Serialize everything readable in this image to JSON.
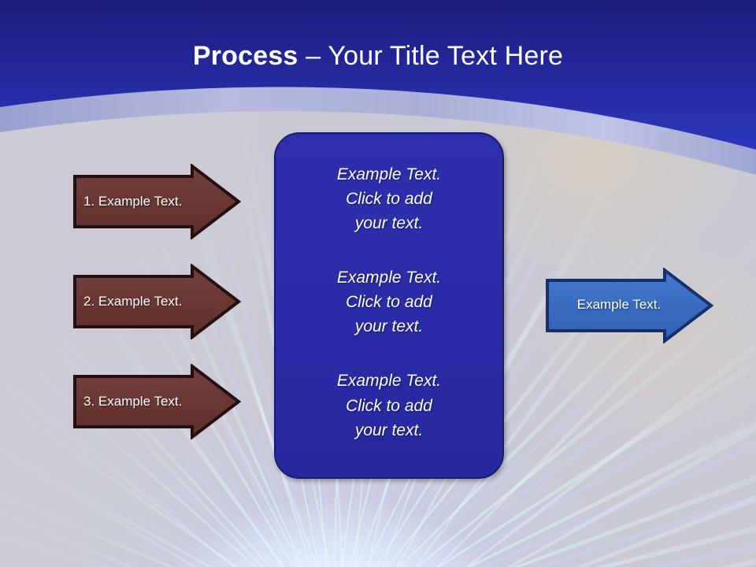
{
  "slide": {
    "title_bold": "Process",
    "title_separator": " – ",
    "title_rest": "Your Title Text Here",
    "theme": {
      "header_top": "#1F2080",
      "header_bottom": "#2B35B5",
      "arc_band": "#A8ADD6",
      "maroon_fill": "#6B3836",
      "maroon_border": "#241010",
      "center_box_fill": "#2B2CA8",
      "center_box_border": "#1A1B6E",
      "blue_arrow_fill": "#3A6FC4",
      "blue_arrow_border": "#16306B",
      "text_color": "#FFFFFF",
      "background_base": "#CBCCD6"
    }
  },
  "steps": [
    {
      "label": "1. Example Text."
    },
    {
      "label": "2. Example Text."
    },
    {
      "label": "3. Example Text."
    }
  ],
  "center_box": {
    "paragraphs": [
      "Example Text.\nClick  to add\nyour text.",
      "Example Text.\nClick  to add\nyour text.",
      "Example Text.\nClick  to add\nyour text."
    ]
  },
  "output": {
    "label": "Example Text."
  }
}
